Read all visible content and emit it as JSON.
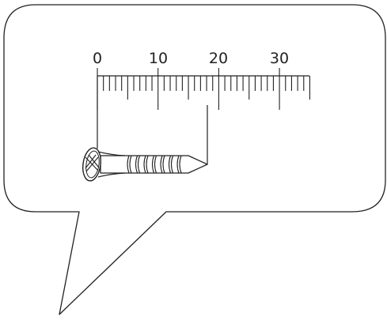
{
  "ruler": {
    "unit_labels": [
      "0",
      "10",
      "20",
      "30"
    ],
    "label_values": [
      0,
      10,
      20,
      30
    ],
    "min": 0,
    "max": 35,
    "minor_step": 1,
    "medium_step": 5,
    "major_step": 10
  },
  "screw": {
    "head_at": 0,
    "tip_at": 18,
    "thread_count": 7
  },
  "colors": {
    "stroke": "#222222",
    "background": "#ffffff",
    "bubble_fill": "#ffffff"
  }
}
